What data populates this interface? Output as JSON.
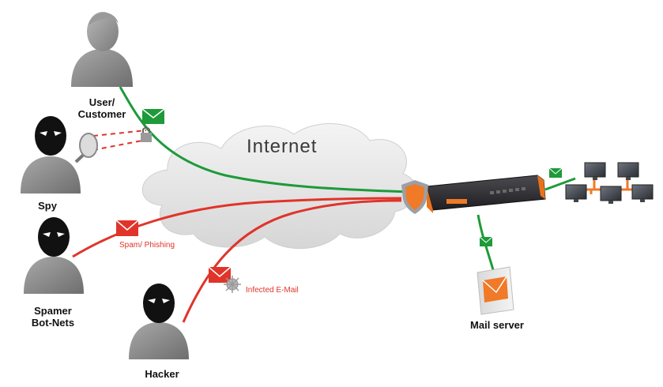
{
  "title": "",
  "cloud_label": "Internet",
  "actors": {
    "user": "User/\nCustomer",
    "spy": "Spy",
    "spamer": "Spamer\nBot-Nets",
    "hacker": "Hacker"
  },
  "annotations": {
    "spam": "Spam/ Phishing",
    "infected": "Infected E-Mail"
  },
  "devices": {
    "mail_server": "Mail server"
  },
  "colors": {
    "safe": "#1e9a3a",
    "threat": "#e0342a",
    "cloud": "#e4e4e4",
    "shield": "#f07a28",
    "appliance": "#2f2f33",
    "person": "#8c8c8c",
    "mask": "#111111"
  }
}
